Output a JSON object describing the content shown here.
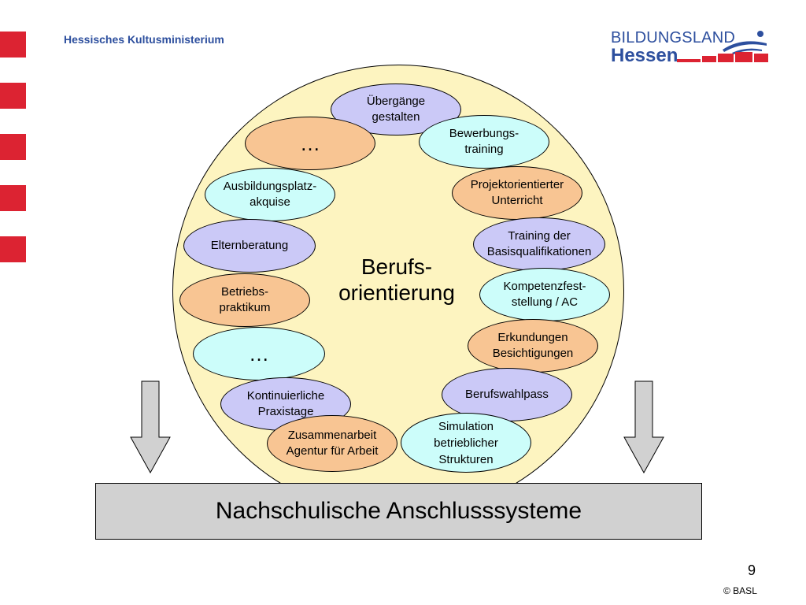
{
  "header": {
    "ministry": "Hessisches Kultusministerium",
    "logo_line1": "BILDUNGSLAND",
    "logo_line2": "Hessen"
  },
  "colors": {
    "accent_red": "#dc2332",
    "brand_blue": "#2d4f9e",
    "circle_fill": "#fdf4c0",
    "lavender": "#cbc9f7",
    "peach": "#f8c593",
    "cyan": "#ccfdfa",
    "box_gray": "#d1d1d1"
  },
  "center": {
    "line1": "Berufs-",
    "line2": "orientierung"
  },
  "nodes": {
    "uebergaenge": {
      "line1": "Übergänge",
      "line2": "gestalten",
      "color": "lavender"
    },
    "ellipsis_top": {
      "label": "…",
      "color": "peach"
    },
    "bewerbung": {
      "line1": "Bewerbungs-",
      "line2": "training",
      "color": "cyan"
    },
    "ausbildungsplatz": {
      "line1": "Ausbildungsplatz-",
      "line2": "akquise",
      "color": "cyan"
    },
    "projekt": {
      "line1": "Projektorientierter",
      "line2": "Unterricht",
      "color": "peach"
    },
    "elternberatung": {
      "label": "Elternberatung",
      "color": "lavender"
    },
    "training": {
      "line1": "Training der",
      "line2": "Basisqualifikationen",
      "color": "lavender"
    },
    "betriebspraktikum": {
      "line1": "Betriebs-",
      "line2": "praktikum",
      "color": "peach"
    },
    "kompetenz": {
      "line1": "Kompetenzfest-",
      "line2": "stellung / AC",
      "color": "cyan"
    },
    "ellipsis_bottom": {
      "label": "…",
      "color": "cyan"
    },
    "erkundungen": {
      "line1": "Erkundungen",
      "line2": "Besichtigungen",
      "color": "peach"
    },
    "praxistage": {
      "line1": "Kontinuierliche",
      "line2": "Praxistage",
      "color": "lavender"
    },
    "berufswahlpass": {
      "label": "Berufswahlpass",
      "color": "lavender"
    },
    "agentur": {
      "line1": "Zusammenarbeit",
      "line2": "Agentur für Arbeit",
      "color": "peach"
    },
    "simulation": {
      "line1": "Simulation",
      "line2": "betrieblicher",
      "line3": "Strukturen",
      "color": "cyan"
    }
  },
  "footer_box": {
    "label": "Nachschulische Anschlusssysteme"
  },
  "footer": {
    "page_number": "9",
    "copyright": "© BASL"
  }
}
